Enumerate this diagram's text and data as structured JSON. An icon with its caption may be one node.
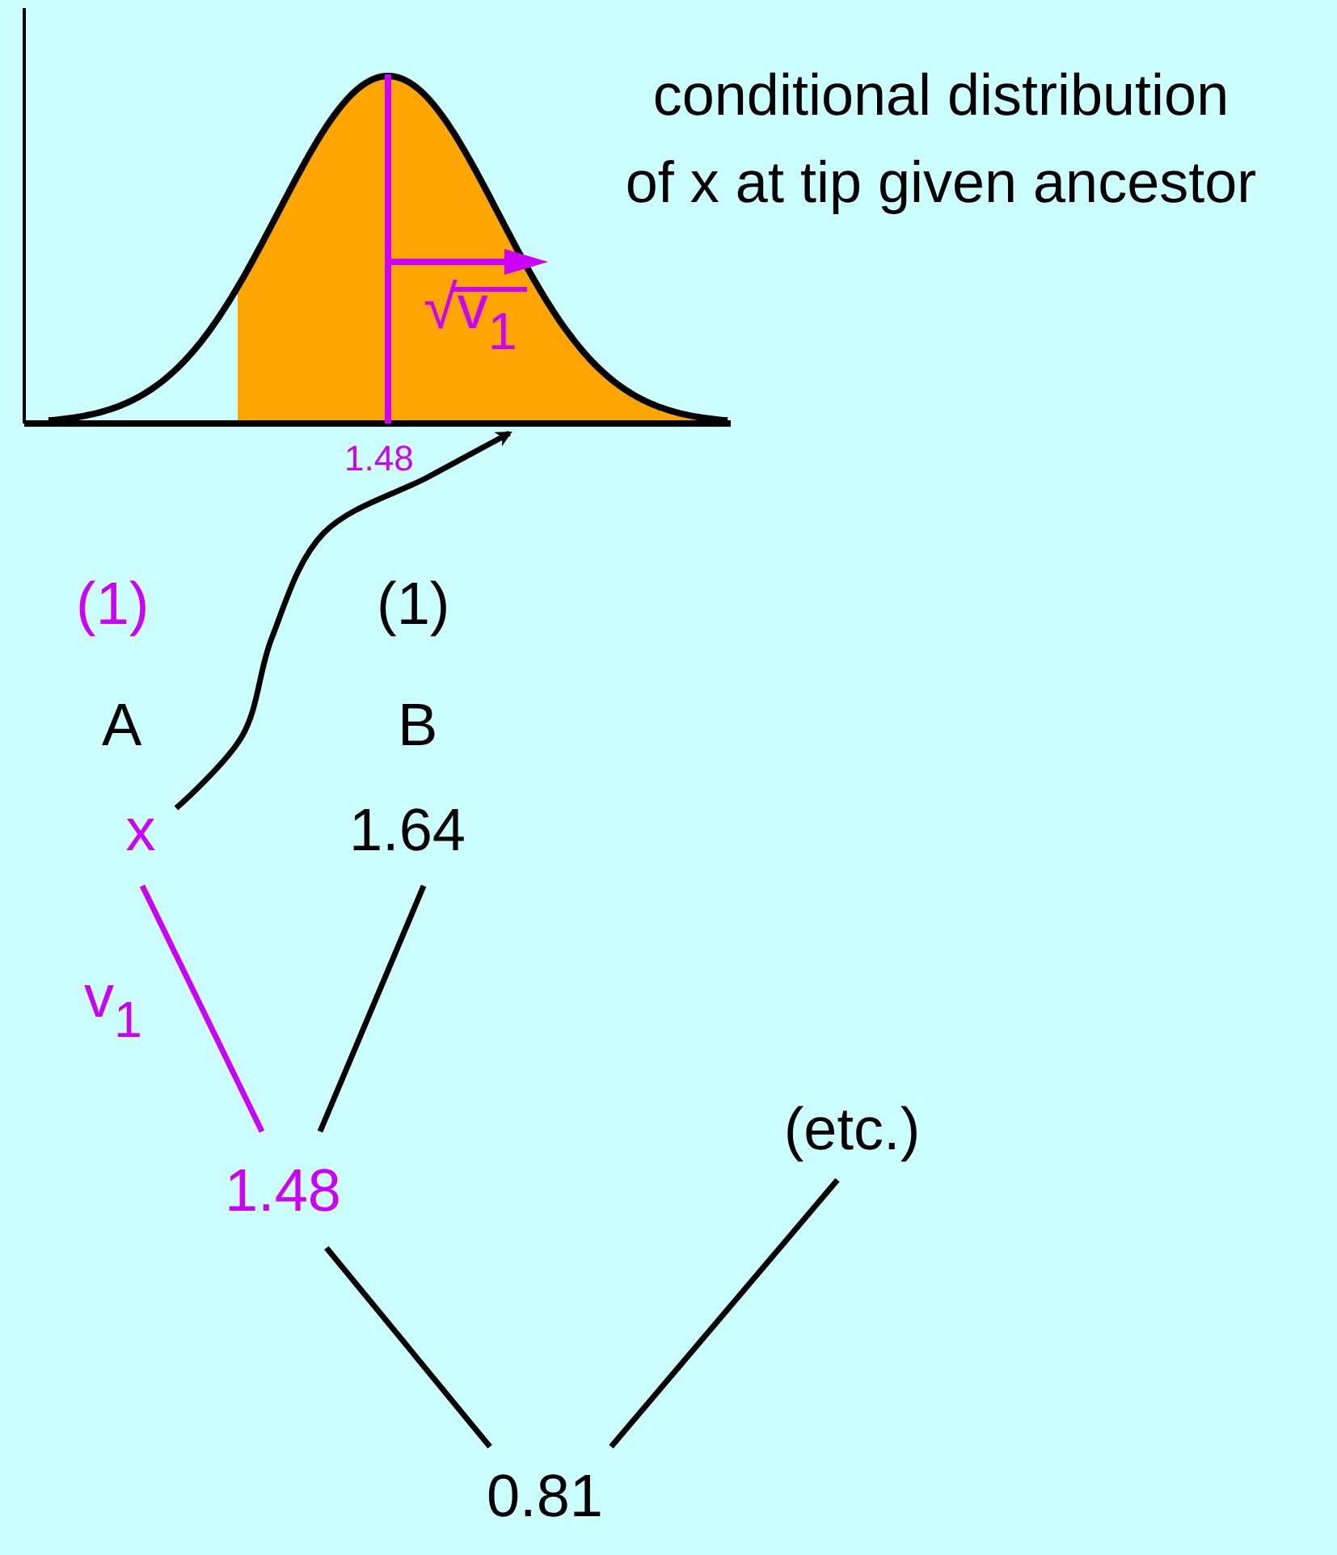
{
  "diagram": {
    "caption": "conditional distribution of x at tip given ancestor",
    "nodes": [
      {
        "text": [],
        "shape": "picture"
      },
      {
        "text": [
          "x"
        ]
      },
      {
        "text": [
          "1.64"
        ]
      },
      {
        "text": [
          "1.48"
        ]
      },
      {
        "text": [
          "(etc.)"
        ]
      },
      {
        "text": [
          "0.81"
        ]
      }
    ],
    "edges": [
      {
        "from": 1,
        "to": 0,
        "arrow": "to"
      },
      {
        "from": 1,
        "to": 3,
        "arrow": "none",
        "label": "v$_{1}$",
        "color": "#cc00ff"
      },
      {
        "from": 2,
        "to": 3,
        "arrow": "none"
      },
      {
        "from": 3,
        "to": 5,
        "arrow": "none"
      },
      {
        "from": 4,
        "to": 5,
        "arrow": "none"
      }
    ],
    "labels": [
      "√v$_{1}$",
      "1.48",
      "(1)",
      "(1)",
      "A",
      "B"
    ]
  }
}
